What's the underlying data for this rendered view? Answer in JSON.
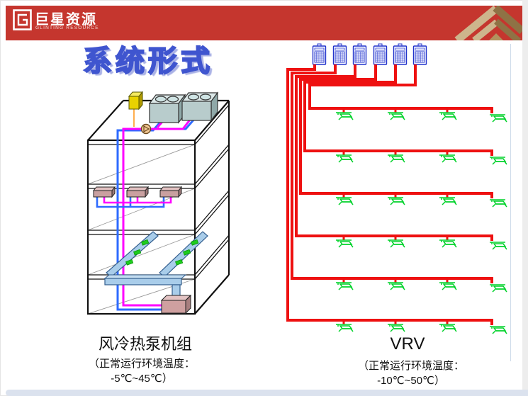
{
  "header": {
    "brand": "巨星资源",
    "brand_subtitle": "GLINTING RESOURCE",
    "banner_color": "#c5362e",
    "chevron_light": "#cdb58c",
    "chevron_dark": "#8f7245"
  },
  "title": {
    "text": "系统形式"
  },
  "left_diagram": {
    "label": "风冷热泵机组",
    "note_line1": "（正常运行环境温度：",
    "note_line2": "-5℃~45℃）",
    "colors": {
      "supply_pipe_blue": "#2e6bff",
      "return_pipe_magenta": "#ff00ff",
      "duct_blue": "#a9cdea",
      "fan_coil_pink": "#c9a0a0",
      "rooftop_unit_teal": "#b8cccc",
      "electrical_box_yellow": "#e8d200",
      "diffuser_green": "#1ecc1e"
    }
  },
  "right_diagram": {
    "label": "VRV",
    "note_line1": "（正常运行环境温度：",
    "note_line2": "-10℃~50℃）",
    "outdoor_unit_count": 6,
    "floor_count": 6,
    "indoor_units_per_floor": 4,
    "colors": {
      "pipe_red": "#ee1111",
      "outdoor_unit_blue": "#2233cc",
      "indoor_unit_green": "#00d22a"
    }
  }
}
